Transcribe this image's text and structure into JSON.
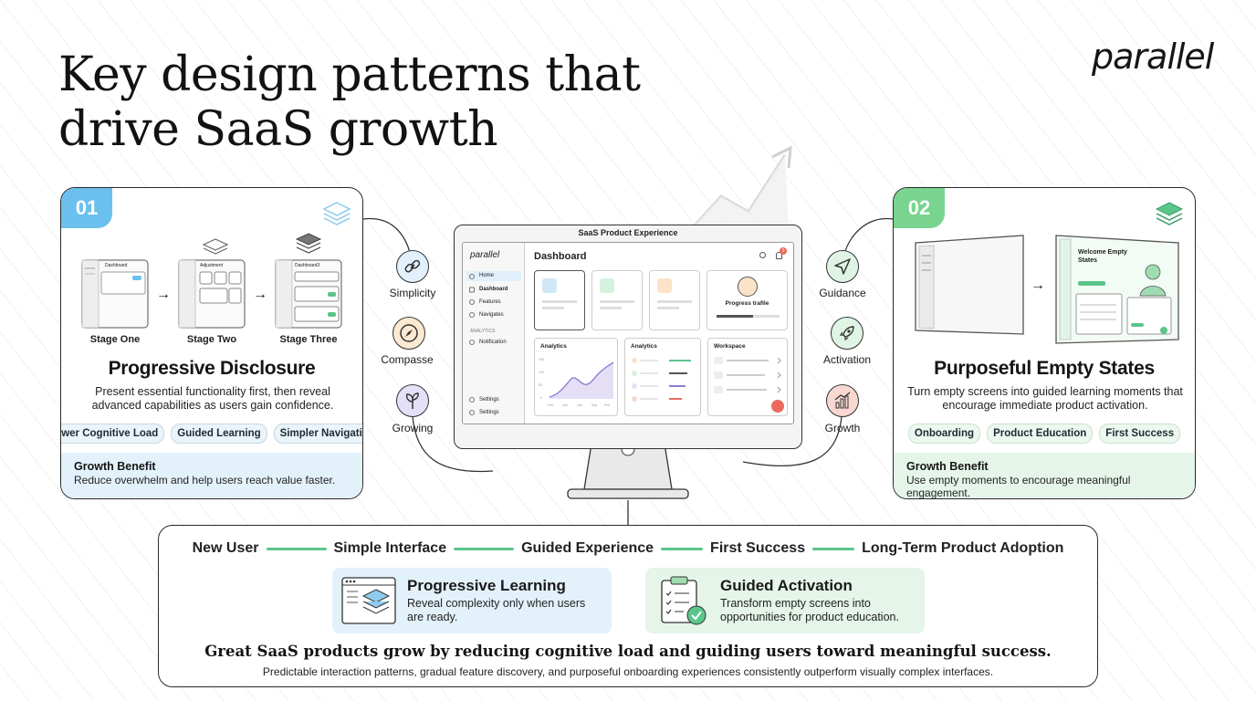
{
  "title": "Key design patterns that drive SaaS growth",
  "brand": "parallel",
  "card_left": {
    "number": "01",
    "stages": [
      "Stage One",
      "Stage Two",
      "Stage Three"
    ],
    "stage_screens": [
      "Dashboard",
      "Adjustment",
      "Dashboard3"
    ],
    "title": "Progressive Disclosure",
    "description": "Present essential functionality first, then reveal advanced capabilities as users gain confidence.",
    "tags": [
      "Lower Cognitive Load",
      "Guided Learning",
      "Simpler Navigation"
    ],
    "benefit_title": "Growth Benefit",
    "benefit_text": "Reduce overwhelm and help users reach value faster."
  },
  "card_right": {
    "number": "02",
    "preview_heading": "Welcome Empty States",
    "title": "Purposeful Empty States",
    "description": "Turn empty screens into guided learning moments that encourage immediate product activation.",
    "tags": [
      "Onboarding",
      "Product Education",
      "First Success"
    ],
    "benefit_title": "Growth Benefit",
    "benefit_text": "Use empty moments to encourage meaningful engagement."
  },
  "connectors_left": [
    {
      "label": "Simplicity",
      "icon": "link-icon"
    },
    {
      "label": "Compasse",
      "icon": "compass-icon"
    },
    {
      "label": "Growing",
      "icon": "sprout-icon"
    }
  ],
  "connectors_right": [
    {
      "label": "Guidance",
      "icon": "navigation-icon"
    },
    {
      "label": "Activation",
      "icon": "rocket-icon"
    },
    {
      "label": "Growth",
      "icon": "bar-chart-icon"
    }
  ],
  "monitor": {
    "window_title": "SaaS Product Experience",
    "logo": "parallel",
    "nav": [
      "Home",
      "Dashboard",
      "Features",
      "Navigates"
    ],
    "section": "ANALYTICS",
    "nav2": [
      "Notification"
    ],
    "bottom_nav": [
      "Settings",
      "Settings"
    ],
    "page_title": "Dashboard",
    "badge": "3",
    "profile_label": "Progress trafile",
    "panels": [
      "Analytics",
      "Analytics",
      "Workspace"
    ],
    "chart_axis_y": [
      "150",
      "100",
      "50",
      "0"
    ],
    "chart_axis_x": [
      "Feb",
      "Jan",
      "Jun",
      "Sep",
      "Feb"
    ]
  },
  "flow": {
    "steps": [
      "New User",
      "Simple Interface",
      "Guided Experience",
      "First Success",
      "Long-Term Product Adoption"
    ],
    "callouts": [
      {
        "title": "Progressive Learning",
        "text": "Reveal complexity only when users are ready.",
        "icon": "layers-window-icon"
      },
      {
        "title": "Guided Activation",
        "text": "Transform empty screens into opportunities for product education.",
        "icon": "clipboard-check-icon"
      }
    ],
    "headline": "Great SaaS products grow by reducing cognitive load and guiding users toward meaningful success.",
    "subtext": "Predictable interaction patterns, gradual feature discovery, and purposeful onboarding experiences consistently outperform visually complex interfaces."
  },
  "colors": {
    "blue_accent": "#6cc0ee",
    "green_accent": "#78d48f",
    "flow_line": "#5bc58a"
  }
}
